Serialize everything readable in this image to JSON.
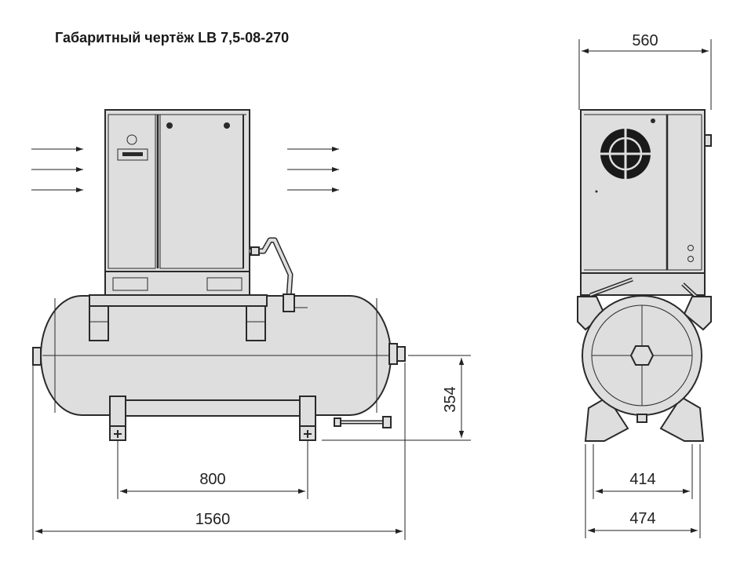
{
  "title": "Габаритный чертёж LB 7,5-08-270",
  "dimensions": {
    "front_width": "560",
    "height_outlet": "354",
    "feet_spacing": "800",
    "total_length": "1560",
    "feet_width": "414",
    "base_width": "474"
  },
  "colors": {
    "body": "#dedede",
    "outline": "#2a2a2a"
  }
}
